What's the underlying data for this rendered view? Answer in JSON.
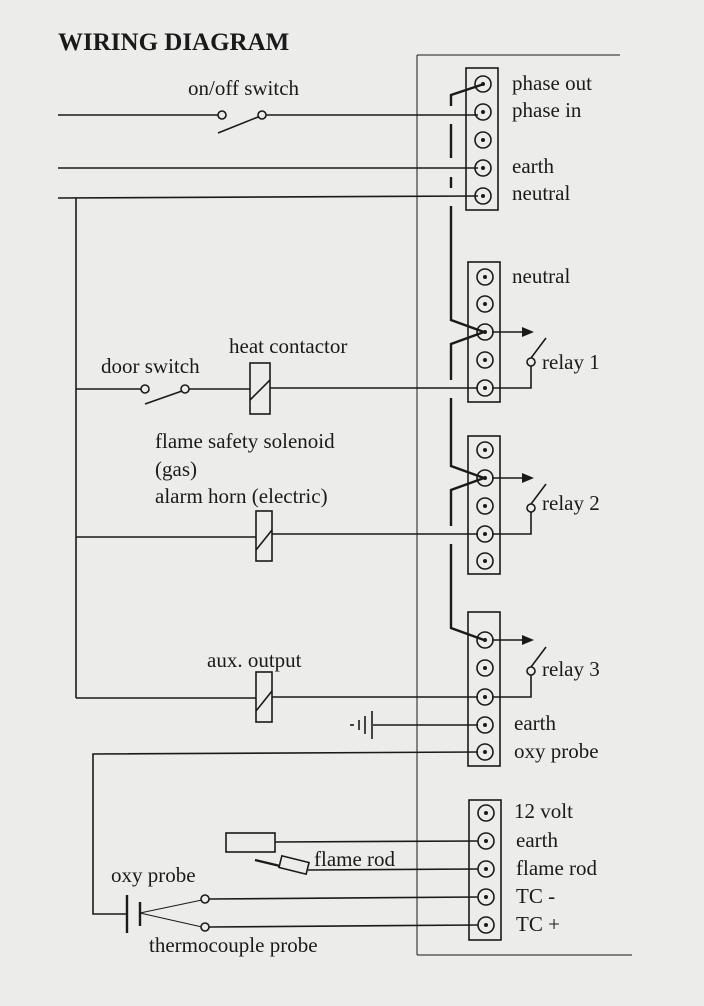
{
  "title": "WIRING DIAGRAM",
  "left_labels": {
    "on_off_switch": "on/off switch",
    "door_switch": "door switch",
    "heat_contactor": "heat contactor",
    "flame_safety_solenoid": "flame safety solenoid",
    "gas": "(gas)",
    "alarm_horn": "alarm horn (electric)",
    "aux_output": "aux. output",
    "flame_rod": "flame rod",
    "oxy_probe": "oxy probe",
    "thermocouple_probe": "thermocouple probe"
  },
  "terminal_labels": {
    "block1": [
      "phase out",
      "phase in",
      "earth",
      "neutral"
    ],
    "block2": [
      "neutral",
      "relay 1"
    ],
    "block3": [
      "relay 2"
    ],
    "block4": [
      "relay 3",
      "earth",
      "oxy probe"
    ],
    "block5": [
      "12 volt",
      "earth",
      "flame rod",
      "TC -",
      "TC +"
    ]
  }
}
